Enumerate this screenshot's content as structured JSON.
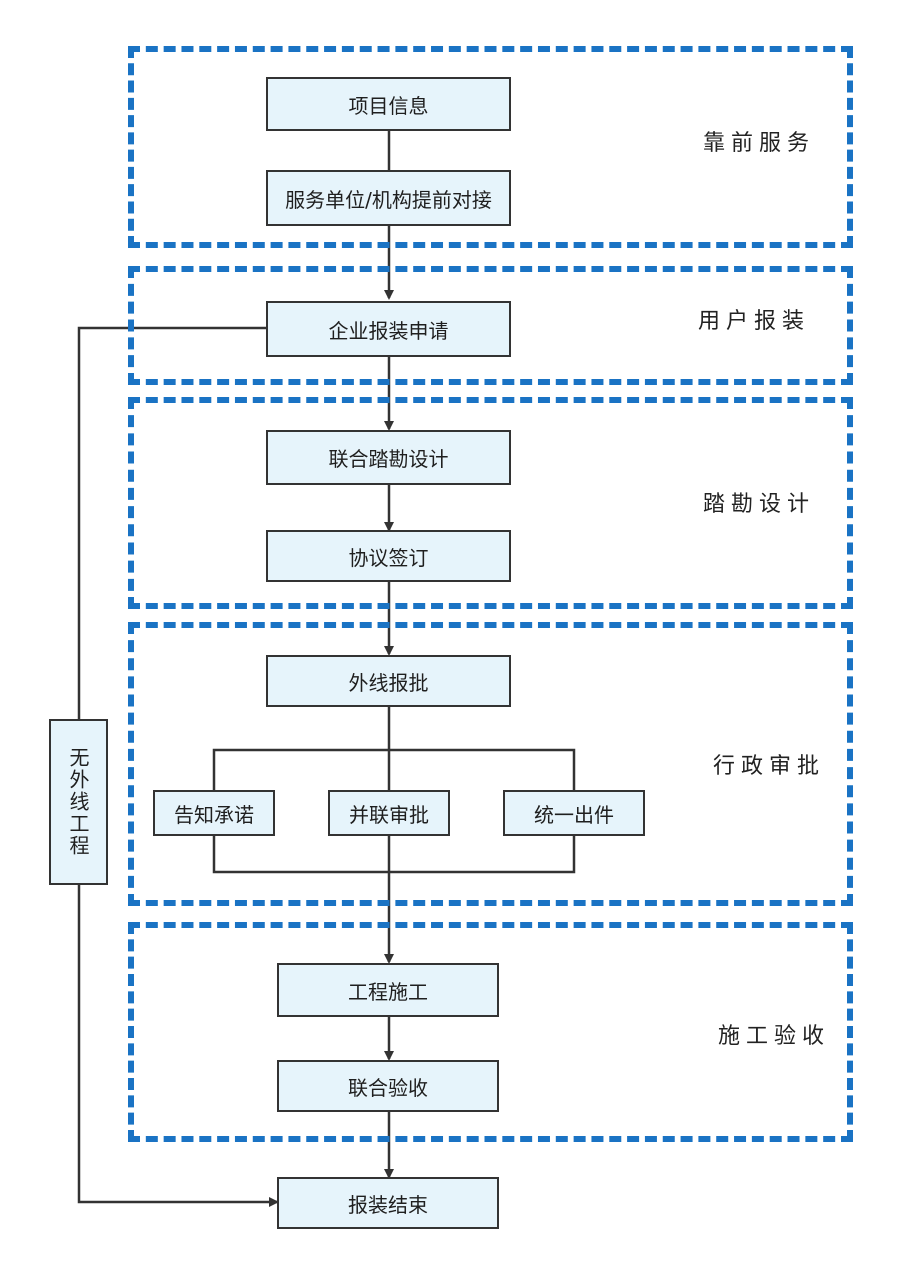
{
  "stages": {
    "s1": "靠前服务",
    "s2": "用户报装",
    "s3": "踏勘设计",
    "s4": "行政审批",
    "s5": "施工验收"
  },
  "nodes": {
    "project_info": "项目信息",
    "service_docking": "服务单位/机构提前对接",
    "enterprise_apply": "企业报装申请",
    "joint_survey": "联合踏勘设计",
    "agreement": "协议签订",
    "external_approval": "外线报批",
    "notify_commit": "告知承诺",
    "parallel_approval": "并联审批",
    "unified_issue": "统一出件",
    "construction": "工程施工",
    "joint_acceptance": "联合验收",
    "install_end": "报装结束",
    "no_external_line": "无外线工程"
  },
  "colors": {
    "dash": "#1a73c4",
    "node_fill": "#e6f4fb",
    "line": "#333333"
  }
}
